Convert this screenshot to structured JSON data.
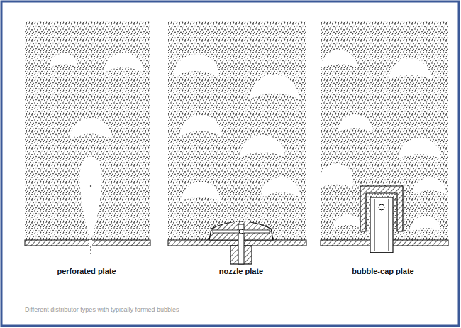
{
  "diagram": {
    "caption": "Different distributor types with typically formed bubbles",
    "labels": [
      "perforated plate",
      "nozzle plate",
      "bubble-cap plate"
    ]
  }
}
